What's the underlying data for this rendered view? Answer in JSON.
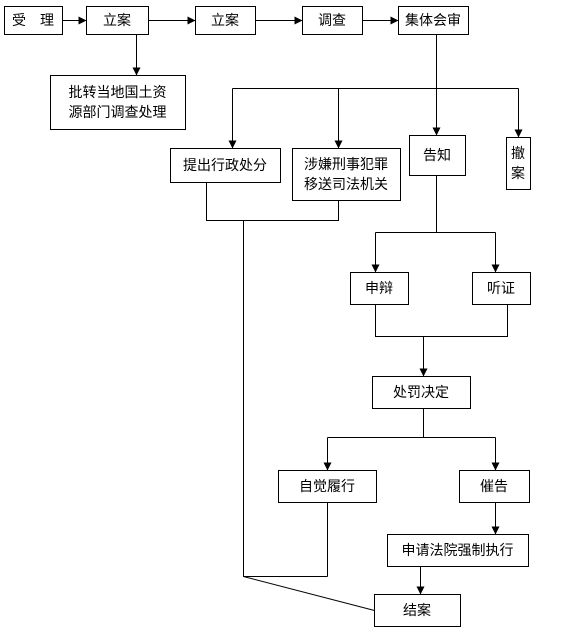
{
  "diagram": {
    "nodes": {
      "shouli": [
        "受　理"
      ],
      "lian1": [
        "立案"
      ],
      "lian2": [
        "立案"
      ],
      "diaocha": [
        "调查"
      ],
      "jitihuishen": [
        "集体会审"
      ],
      "pizhuan": [
        "批转当地国土资",
        "源部门调查处理"
      ],
      "xingzheng": [
        "提出行政处分"
      ],
      "sifa": [
        "涉嫌刑事犯罪",
        "移送司法机关"
      ],
      "gaozhi": [
        "告知"
      ],
      "chean": [
        "撤",
        "案"
      ],
      "shenbian": [
        "申辩"
      ],
      "tingzheng": [
        "听证"
      ],
      "chufa": [
        "处罚决定"
      ],
      "zijue": [
        "自觉履行"
      ],
      "cuigao": [
        "催告"
      ],
      "qiangzhi": [
        "申请法院强制执行"
      ],
      "jiean": [
        "结案"
      ]
    }
  }
}
